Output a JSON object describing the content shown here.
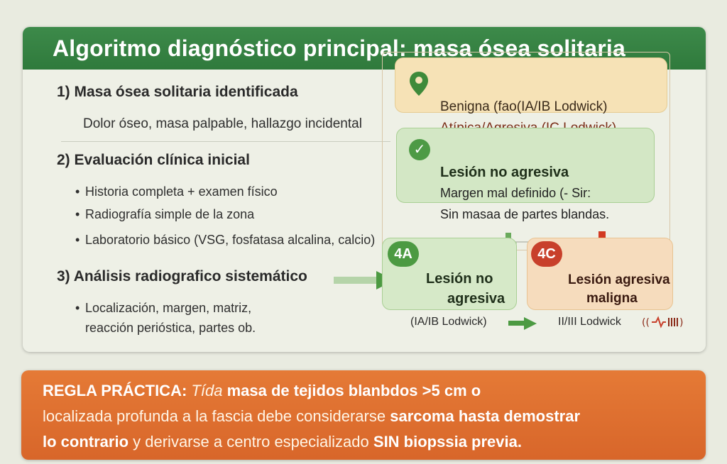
{
  "header": {
    "title": "Algoritmo diagnóstico principal: masa ósea solitaria"
  },
  "steps": {
    "s1": {
      "title": "1) Masa ósea solitaria identificada",
      "desc": "Dolor óseo, masa palpable, hallazgo incidental"
    },
    "s2": {
      "title": "2) Evaluación clínica inicial",
      "bullets": [
        "Historia completa + examen físico",
        "Radiografía simple de la zona",
        "Laboratorio básico (VSG, fosfatasa alcalina, calcio)"
      ]
    },
    "s3": {
      "title": "3) Análisis radiografico sistemático",
      "bullet_line1": "Localización, margen, matriz,",
      "bullet_line2": "reacción perióstica, partes ob."
    }
  },
  "benign_box": {
    "line1": "Benigna (fao(IA/IB Lodwick)",
    "line2": "Atípica/Agresiva (IC Lodwick)",
    "icon": "location-pin-icon"
  },
  "noagg_box": {
    "title": "Lesión no agresiva",
    "line1": "Margen mal definido (- Sir:",
    "line2": "Sin masaa de partes blandas.",
    "icon": "check-circle-icon"
  },
  "box_4a": {
    "badge": "4A",
    "title_line1": "Lesión no",
    "title_line2": "agresiva",
    "sub": "(IA/IB Lodwick)"
  },
  "box_4c": {
    "badge": "4C",
    "title_line1": "Lesión agresiva",
    "title_line2": "maligna",
    "sub": "II/III Lodwick"
  },
  "footer": {
    "l1_a": "REGLA PRÁCTICA:",
    "l1_b": "Tída",
    "l1_c": "masa de tejidos blanbdos >5 cm o",
    "l2_a": "localizada profunda a la fascia debe considerarse",
    "l2_b": "sarcoma hasta demostrar",
    "l3_a": "lo contrario",
    "l3_b": "y derivarse a centro especializado",
    "l3_c": "SIN biopssia previa."
  },
  "colors": {
    "header_green": "#2f7a3c",
    "arrow_green": "#4c9a42",
    "arrow_red": "#d23a22",
    "footer_orange": "#d8662a",
    "benign_fill": "#f6e2b6",
    "noagg_fill": "#d3e7c5",
    "malign_fill": "#f6dcbd"
  }
}
